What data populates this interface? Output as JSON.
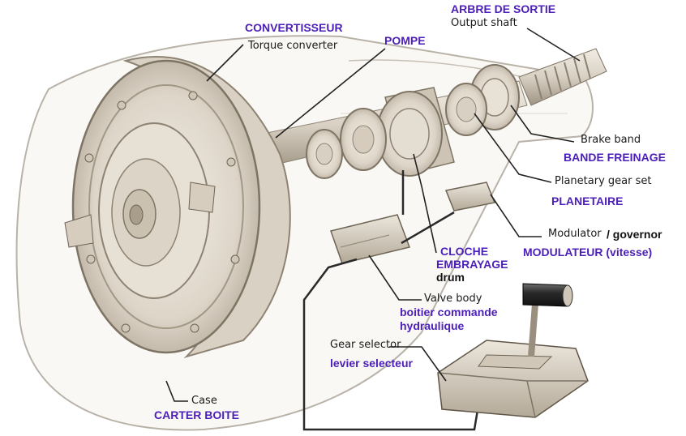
{
  "colors": {
    "french_label": "#4b1fb8",
    "english_label": "#1a1a1a",
    "emphasis_label": "#111111",
    "metal_light": "#ece6dc",
    "metal_mid": "#cfc6b8",
    "metal_dark": "#8e8373",
    "leader_line": "#222222",
    "case_outline": "#b9b2a8"
  },
  "labels": {
    "convertisseur": "CONVERTISSEUR",
    "torque_converter": "Torque converter",
    "pompe": "POMPE",
    "arbre_de_sortie": "ARBRE DE SORTIE",
    "output_shaft": "Output shaft",
    "brake_band": "Brake band",
    "bande_freinage": "BANDE FREINAGE",
    "planetary_gear_set": "Planetary gear set",
    "planetaire": "PLANETAIRE",
    "modulator": "Modulator",
    "governor": "/ governor",
    "modulateur": "MODULATEUR (vitesse)",
    "cloche": "CLOCHE",
    "embrayage": "EMBRAYAGE",
    "drum": "drum",
    "valve_body": "Valve body",
    "boitier_commande": "boitier commande",
    "hydraulique": "hydraulique",
    "gear_selector": "Gear selector",
    "levier_selecteur": "levier selecteur",
    "case": "Case",
    "carter_boite": "CARTER BOITE"
  },
  "icons": {
    "transmission": "automatic-transmission-cutaway-illustration",
    "selector": "gear-selector-lever-illustration"
  }
}
